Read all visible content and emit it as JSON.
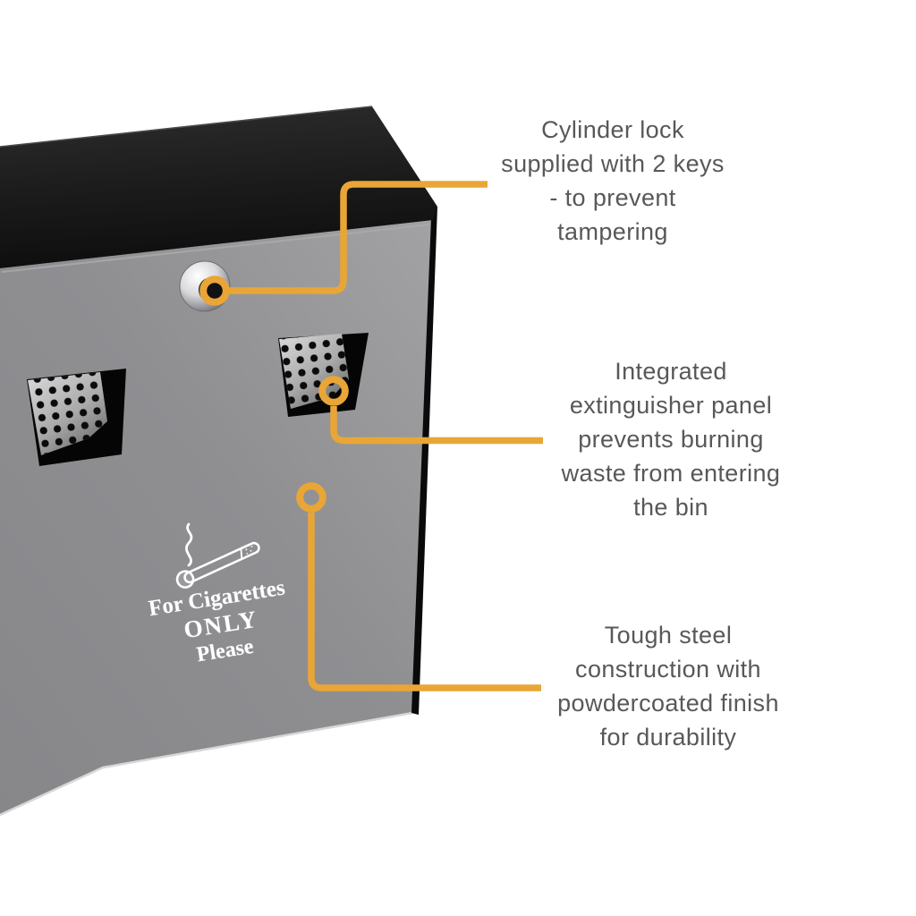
{
  "figure": {
    "kind": "annotated product diagram",
    "background_color": "#FFFFFF",
    "accent_color": "#E9A636",
    "annotation_text_color": "#58585A"
  },
  "product": {
    "name": "Wall-mounted steel cigarette bin",
    "lid_color": "#1A1A1A",
    "face_color": "#8F8F91",
    "front_label": {
      "lines": [
        "For Cigarettes",
        "ONLY",
        "Please"
      ],
      "color": "#FFFFFF"
    },
    "icons": [
      {
        "name": "cigarette-icon",
        "meaning": "smoking cigarette outline printed above the front label"
      }
    ],
    "features_visible": [
      "cylinder lock",
      "left extinguisher panel",
      "right extinguisher panel"
    ]
  },
  "callouts": [
    {
      "id": "cylinder-lock",
      "marker": "ring on the cylinder lock",
      "lines": [
        "Cylinder lock",
        "supplied with 2 keys",
        "- to prevent",
        "tampering"
      ]
    },
    {
      "id": "extinguisher-panel",
      "marker": "ring on the right extinguisher panel",
      "lines": [
        "Integrated",
        "extinguisher panel",
        "prevents burning",
        "waste from entering",
        "the bin"
      ]
    },
    {
      "id": "steel-construction",
      "marker": "ring on the powdercoated front face",
      "lines": [
        "Tough steel",
        "construction with",
        "powdercoated finish",
        "for durability"
      ]
    }
  ]
}
